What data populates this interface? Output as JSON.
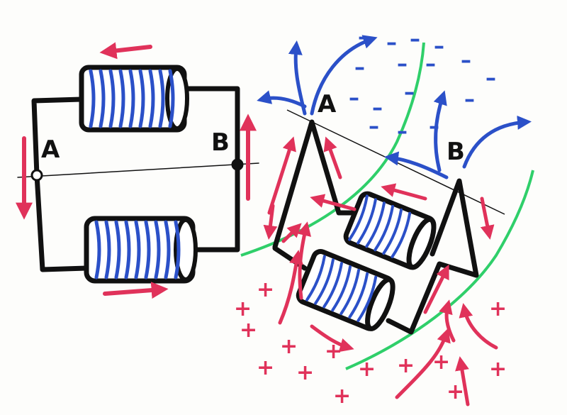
{
  "left_circuit": {
    "label_a": "A",
    "label_b": "B"
  },
  "right_circuit": {
    "label_a": "A",
    "label_b": "B"
  },
  "signs": {
    "plus": "+",
    "minus": "–"
  },
  "colors": {
    "wire": "#111111",
    "coil": "#2b50c8",
    "current": "#e0325a",
    "field": "#2b50c8",
    "equipotential": "#2fcf6a"
  }
}
